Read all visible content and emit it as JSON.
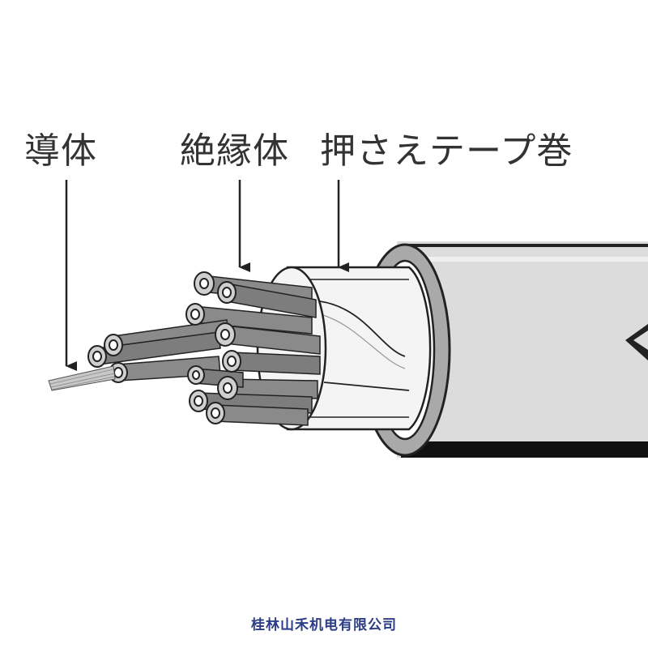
{
  "labels": {
    "conductor": "導体",
    "insulator": "絶縁体",
    "tape": "押さえテープ巻"
  },
  "watermark": "桂林山禾机电有限公司",
  "colors": {
    "line": "#222222",
    "sheath": "#dcdcdc",
    "sheath_cut": "#a9a9a9",
    "tape": "#f4f4f4",
    "core_fill": "#8a8a8a",
    "core_end": "#cfcfcf",
    "conductor_wire": "#c8c8c8",
    "watermark": "#2c3d86"
  }
}
